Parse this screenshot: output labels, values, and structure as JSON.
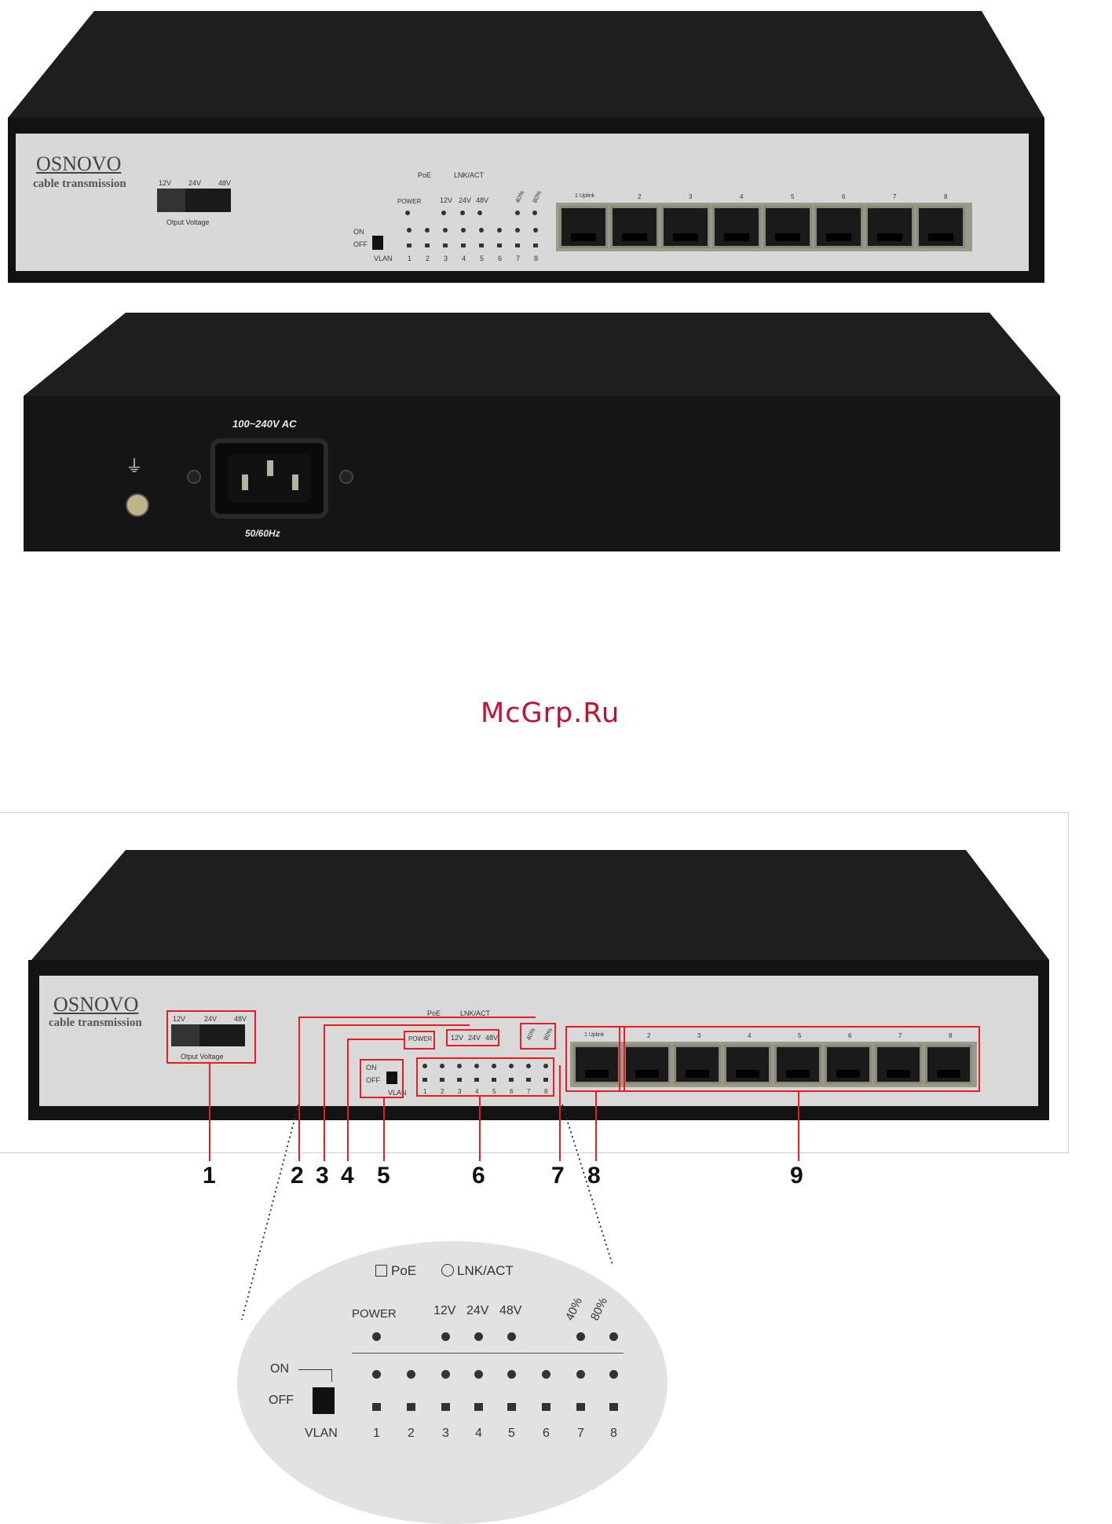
{
  "front_panel": {
    "brand": "OSNOVO",
    "brand_sub": "cable transmission",
    "voltage_options": [
      "12V",
      "24V",
      "48V"
    ],
    "voltage_caption": "Otput Voltage",
    "legend_poe": "PoE",
    "legend_lnk": "LNK/ACT",
    "power_label": "POWER",
    "v12": "12V",
    "v24": "24V",
    "v48": "48V",
    "p40": "40%",
    "p80": "80%",
    "on_label": "ON",
    "off_label": "OFF",
    "vlan_label": "VLAN",
    "led_numbers": [
      "1",
      "2",
      "3",
      "4",
      "5",
      "6",
      "7",
      "8"
    ],
    "port_labels": [
      "1 Uplink",
      "2",
      "3",
      "4",
      "5",
      "6",
      "7",
      "8"
    ]
  },
  "back_panel": {
    "ac_input": "100~240V AC",
    "frequency": "50/60Hz",
    "ground_symbol": "⏚"
  },
  "watermark": "McGrp.Ru",
  "callouts": [
    "1",
    "2",
    "3",
    "4",
    "5",
    "6",
    "7",
    "8",
    "9"
  ],
  "zoom": {
    "legend_poe": "PoE",
    "legend_lnk": "LNK/ACT",
    "power_label": "POWER",
    "v12": "12V",
    "v24": "24V",
    "v48": "48V",
    "p40": "40%",
    "p80": "80%",
    "on_label": "ON",
    "off_label": "OFF",
    "vlan_label": "VLAN",
    "led_numbers": [
      "1",
      "2",
      "3",
      "4",
      "5",
      "6",
      "7",
      "8"
    ]
  },
  "colors": {
    "housing": "#151515",
    "panel": "#d9d9d9",
    "annotation": "#e31e24",
    "watermark": "#c8102e"
  }
}
